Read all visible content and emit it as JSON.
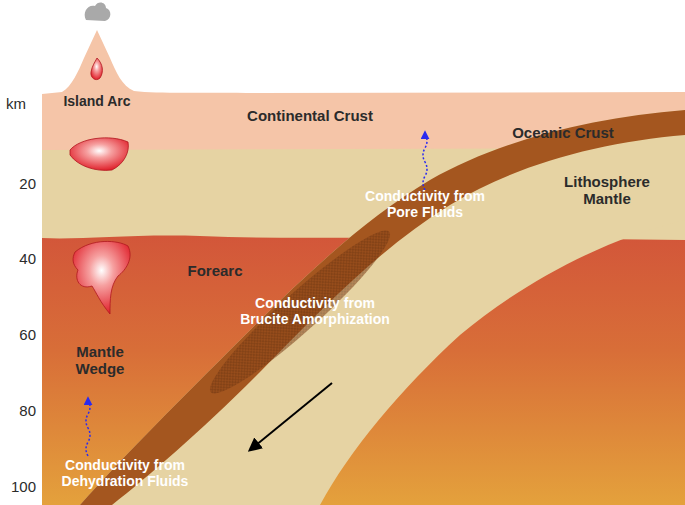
{
  "diagram": {
    "labels": [
      "km",
      "Island Arc",
      "Continental Crust",
      "Oceanic Crust",
      "20",
      "Conductivity from Pore Fluids",
      "Lithosphere Mantle",
      "40",
      "Forearc",
      "Conductivity from Brucite Amorphization",
      "60",
      "Mantle Wedge",
      "80",
      "Conductivity from Dehydration Fluids",
      "100"
    ]
  }
}
